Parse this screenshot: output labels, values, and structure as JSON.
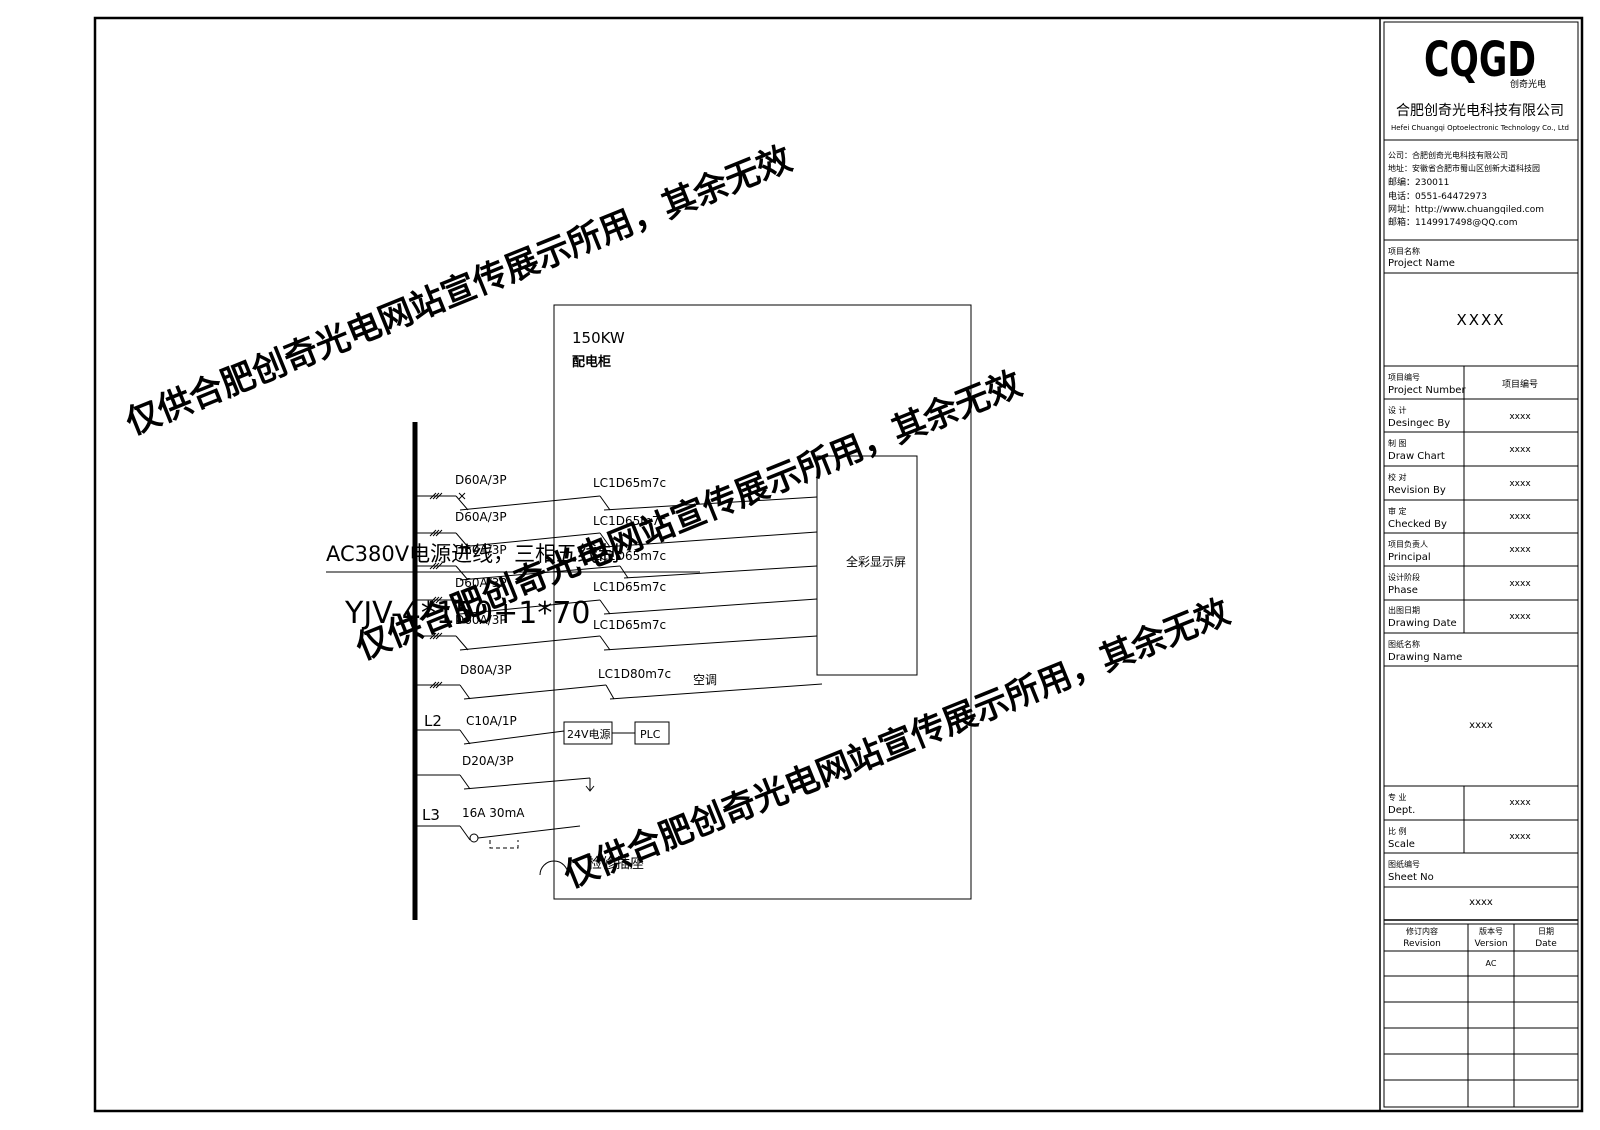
{
  "diagram": {
    "cabinet": {
      "power": "150KW",
      "name": "配电柜"
    },
    "incoming": {
      "desc": "AC380V电源进线，三相五线制",
      "cable": "YJV-4*150+1*70"
    },
    "breakers": [
      "D60A/3P",
      "D60A/3P",
      "D60A/3P",
      "D60A/3P",
      "D60A/3P",
      "D80A/3P"
    ],
    "contactors": [
      "LC1D65m7c",
      "LC1D65m7c",
      "LC1D65m7c",
      "LC1D65m7c",
      "LC1D65m7c",
      "LC1D80m7c"
    ],
    "screen_label": "全彩显示屏",
    "ac_label": "空调",
    "l2": {
      "phase": "L2",
      "breaker": "C10A/1P",
      "psu": "24V电源",
      "plc": "PLC"
    },
    "d20": "D20A/3P",
    "l3": {
      "phase": "L3",
      "rcd": "16A  30mA",
      "socket": "检修插座"
    }
  },
  "watermark": "仅供合肥创奇光电网站宣传展示所用，其余无效",
  "title_block": {
    "logo": "CQGD",
    "logo_sub": "创奇光电",
    "company_cn": "合肥创奇光电科技有限公司",
    "company_en": "Hefei Chuangqi Optoelectronic Technology Co., Ltd",
    "contact": [
      "公司：合肥创奇光电科技有限公司",
      "地址：安徽省合肥市蜀山区创新大道科技园",
      "邮编：230011",
      "电话：0551-64472973",
      "网址：http://www.chuangqiled.com",
      "邮箱：1149917498@QQ.com"
    ],
    "project_name_cn": "项目名称",
    "project_name_en": "Project Name",
    "project_name_value": "XXXX",
    "rows": [
      {
        "cn": "项目编号",
        "en": "Project Number",
        "value": "项目编号"
      },
      {
        "cn": "设  计",
        "en": "Desingec By",
        "value": "xxxx"
      },
      {
        "cn": "制  图",
        "en": "Draw Chart",
        "value": "xxxx"
      },
      {
        "cn": "校  对",
        "en": "Revision By",
        "value": "xxxx"
      },
      {
        "cn": "审  定",
        "en": "Checked By",
        "value": "xxxx"
      },
      {
        "cn": "项目负责人",
        "en": "Principal",
        "value": "xxxx"
      },
      {
        "cn": "设计阶段",
        "en": "Phase",
        "value": "xxxx"
      },
      {
        "cn": "出图日期",
        "en": "Drawing Date",
        "value": "xxxx"
      }
    ],
    "drawing_name_cn": "图纸名称",
    "drawing_name_en": "Drawing Name",
    "drawing_name_value": "xxxx",
    "rows2": [
      {
        "cn": "专  业",
        "en": "Dept.",
        "value": "xxxx"
      },
      {
        "cn": "比  例",
        "en": "Scale",
        "value": "xxxx"
      }
    ],
    "sheet_no_cn": "图纸编号",
    "sheet_no_en": "Sheet No",
    "sheet_no_value": "xxxx",
    "rev_headers": [
      {
        "cn": "修订内容",
        "en": "Revision"
      },
      {
        "cn": "版本号",
        "en": "Version"
      },
      {
        "cn": "日期",
        "en": "Date"
      }
    ],
    "version_value": "AC"
  }
}
